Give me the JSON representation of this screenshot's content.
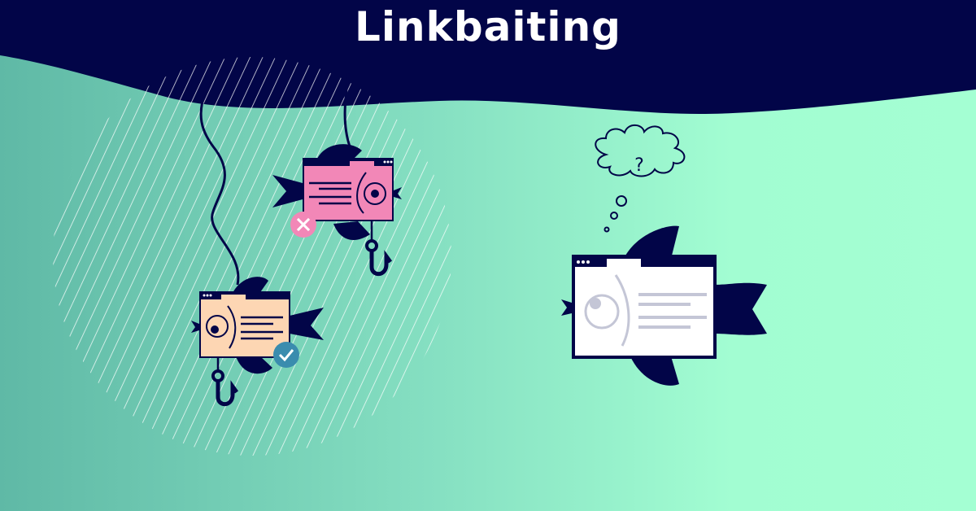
{
  "header": {
    "title": "Linkbaiting"
  },
  "colors": {
    "navy": "#020548",
    "teal_left": "#5fb9a6",
    "mint_right": "#a4ffd3",
    "pink_card": "#f287b7",
    "peach_card": "#fdd6b3",
    "white_card": "#ffffff",
    "reject_badge": "#f287b7",
    "approve_badge": "#3a8cae",
    "text_lines_light": "#c4c6d6"
  },
  "illustration": {
    "fish": [
      {
        "id": "pink-fish",
        "state": "rejected",
        "badge_icon": "close-icon",
        "hooked": true
      },
      {
        "id": "peach-fish",
        "state": "approved",
        "badge_icon": "check-icon",
        "hooked": true
      },
      {
        "id": "white-fish",
        "state": "thinking",
        "thought": "?",
        "hooked": false
      }
    ],
    "thought_bubble_text": "?"
  }
}
